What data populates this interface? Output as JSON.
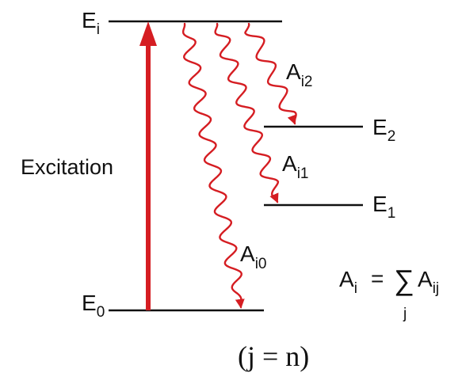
{
  "colors": {
    "line": "#111111",
    "arrow": "#d51d22"
  },
  "levels": {
    "excited": {
      "base": "E",
      "sub": "i"
    },
    "e2": {
      "base": "E",
      "sub": "2"
    },
    "e1": {
      "base": "E",
      "sub": "1"
    },
    "ground": {
      "base": "E",
      "sub": "0"
    }
  },
  "excitation_label": "Excitation",
  "transitions": {
    "a_i2": {
      "base": "A",
      "sub": "i2"
    },
    "a_i1": {
      "base": "A",
      "sub": "i1"
    },
    "a_i0": {
      "base": "A",
      "sub": "i0"
    }
  },
  "formula": {
    "lhs_base": "A",
    "lhs_sub": "i",
    "equals": "=",
    "sigma": "∑",
    "sum_index": "j",
    "rhs_base": "A",
    "rhs_sub": "ij"
  },
  "condition": "(j = n)"
}
